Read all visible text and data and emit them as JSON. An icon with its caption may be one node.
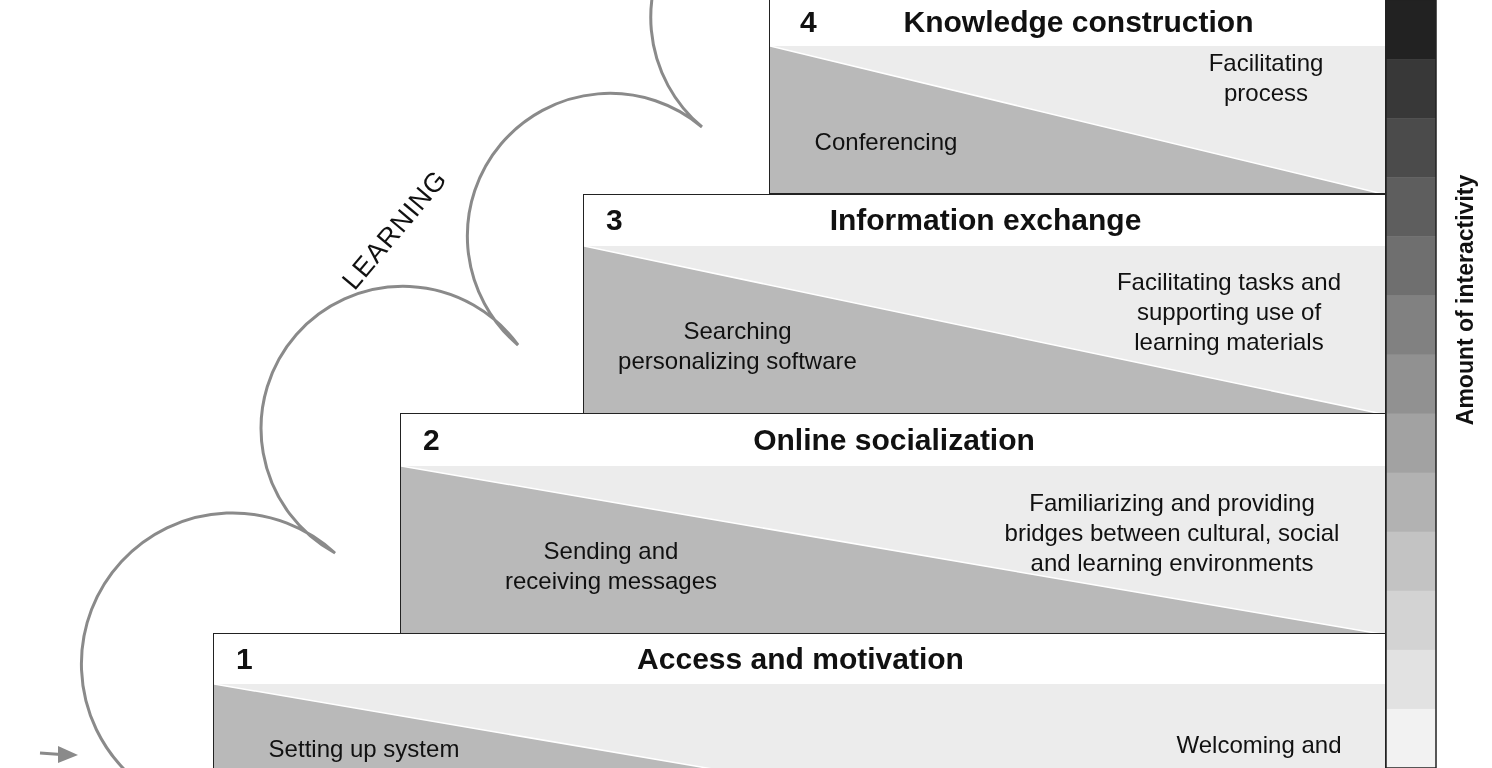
{
  "diagram": {
    "nodes": [
      {
        "text": [
          "4",
          "Knowledge construction",
          "Conferencing",
          "Facilitating process"
        ]
      },
      {
        "text": [
          "3",
          "Information exchange",
          "Searching personalizing software",
          "Facilitating tasks and supporting use of learning materials"
        ]
      },
      {
        "text": [
          "2",
          "Online socialization",
          "Sending and receiving messages",
          "Familiarizing and providing bridges between cultural, social and learning environments"
        ]
      },
      {
        "text": [
          "1",
          "Access and motivation",
          "Setting up system",
          "Welcoming and"
        ]
      }
    ],
    "labels": [
      "LEARNING",
      "Amount of interactivity"
    ]
  }
}
